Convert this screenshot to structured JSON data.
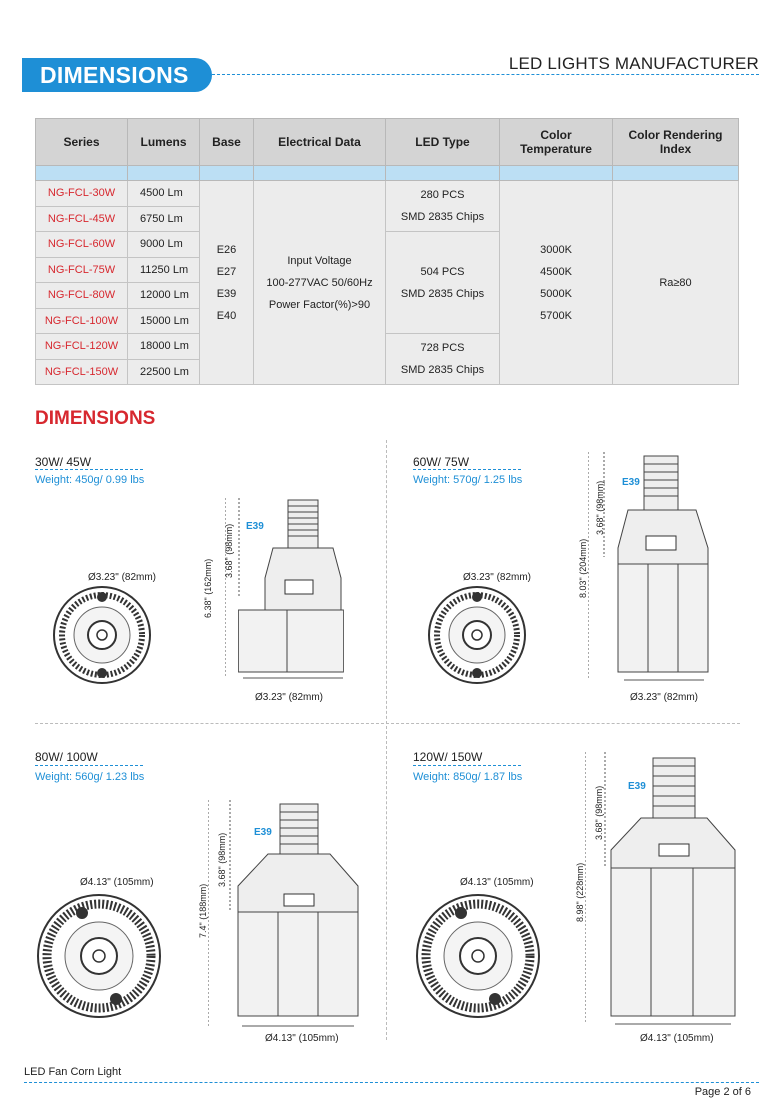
{
  "header": {
    "badge": "DIMENSIONS",
    "right_title": "LED LIGHTS MANUFACTURER"
  },
  "table": {
    "headers": [
      "Series",
      "Lumens",
      "Base",
      "Electrical Data",
      "LED Type",
      "Color Temperature",
      "Color Rendering Index"
    ],
    "rows": [
      {
        "series": "NG-FCL-30W",
        "lumens": "4500 Lm"
      },
      {
        "series": "NG-FCL-45W",
        "lumens": "6750 Lm"
      },
      {
        "series": "NG-FCL-60W",
        "lumens": "9000 Lm"
      },
      {
        "series": "NG-FCL-75W",
        "lumens": "11250 Lm"
      },
      {
        "series": "NG-FCL-80W",
        "lumens": "12000 Lm"
      },
      {
        "series": "NG-FCL-100W",
        "lumens": "15000 Lm"
      },
      {
        "series": "NG-FCL-120W",
        "lumens": "18000 Lm"
      },
      {
        "series": "NG-FCL-150W",
        "lumens": "22500 Lm"
      }
    ],
    "base": [
      "E26",
      "E27",
      "E39",
      "E40"
    ],
    "electrical": [
      "Input Voltage",
      "100-277VAC 50/60Hz",
      "Power Factor(%)>90"
    ],
    "led_types": [
      [
        "280 PCS",
        "SMD 2835 Chips"
      ],
      [
        "504 PCS",
        "SMD 2835 Chips"
      ],
      [
        "728 PCS",
        "SMD 2835 Chips"
      ]
    ],
    "color_temps": [
      "3000K",
      "4500K",
      "5000K",
      "5700K"
    ],
    "cri": "Ra≥80"
  },
  "section_title": "DIMENSIONS",
  "quadrants": [
    {
      "label": "30W/ 45W",
      "weight": "Weight: 450g/ 0.99 lbs",
      "top_dia": "Ø3.23\" (82mm)",
      "bottom_dia": "Ø3.23\" (82mm)",
      "base": "E39",
      "total_h": "6.38\" (162mm)",
      "head_h": "3.68\" (98mm)"
    },
    {
      "label": "60W/ 75W",
      "weight": "Weight: 570g/ 1.25 lbs",
      "top_dia": "Ø3.23\" (82mm)",
      "bottom_dia": "Ø3.23\" (82mm)",
      "base": "E39",
      "total_h": "8.03\" (204mm)",
      "head_h": "3.68\" (98mm)"
    },
    {
      "label": "80W/ 100W",
      "weight": "Weight: 560g/ 1.23 lbs",
      "top_dia": "Ø4.13\" (105mm)",
      "bottom_dia": "Ø4.13\" (105mm)",
      "base": "E39",
      "total_h": "7.4\" (188mm)",
      "head_h": "3.68\" (98mm)"
    },
    {
      "label": "120W/ 150W",
      "weight": "Weight: 850g/ 1.87 lbs",
      "top_dia": "Ø4.13\" (105mm)",
      "bottom_dia": "Ø4.13\" (105mm)",
      "base": "E39",
      "total_h": "8.98\" (228mm)",
      "head_h": "3.68\" (98mm)"
    }
  ],
  "footer": {
    "left": "LED Fan Corn Light",
    "right": "Page 2 of 6"
  },
  "colors": {
    "accent": "#1e8fd6",
    "red": "#d7282f"
  }
}
